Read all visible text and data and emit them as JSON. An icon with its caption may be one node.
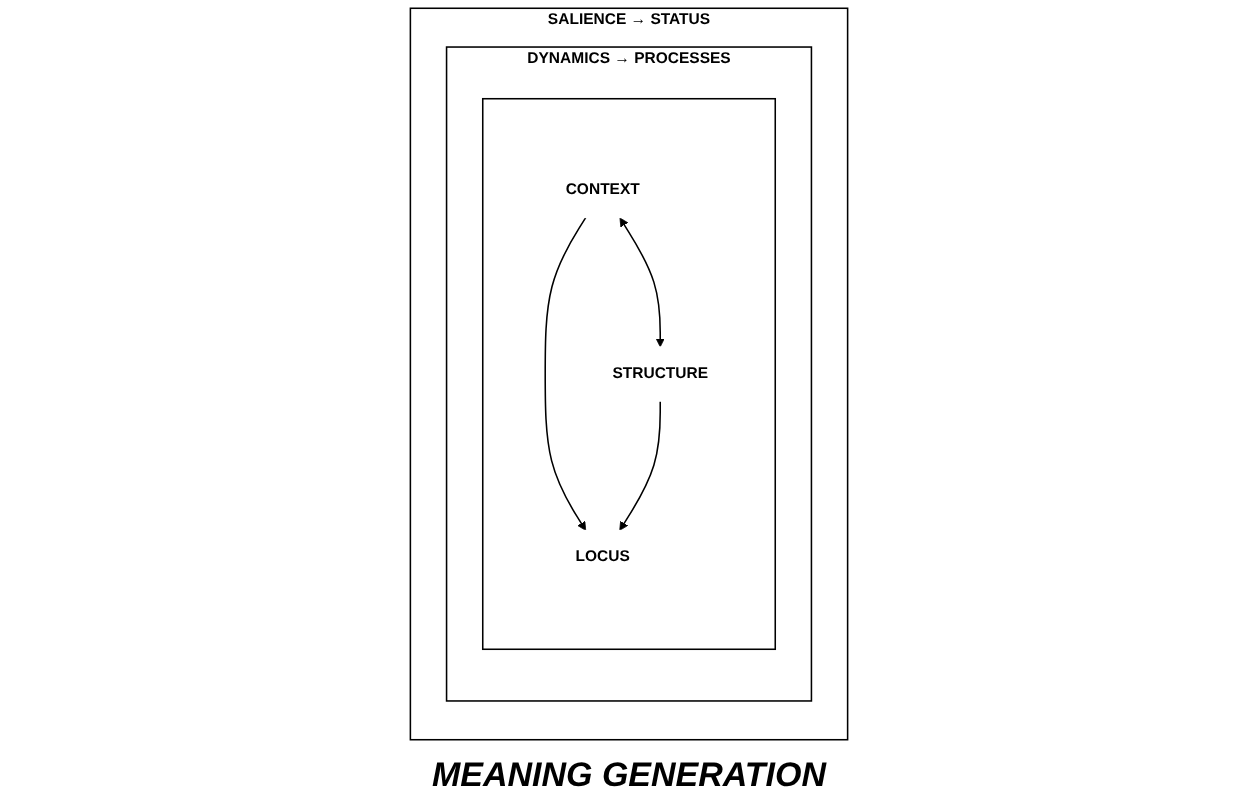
{
  "diagram": {
    "caption": "MEANING GENERATION",
    "nodes": [
      {
        "text": [
          "SALIENCE → STATUS"
        ]
      },
      {
        "text": [
          "DYNAMICS → PROCESSES"
        ],
        "in": 0
      },
      {
        "text": [],
        "shape": "box",
        "in": 1
      },
      {
        "text": [
          "CONTEXT"
        ],
        "in": 2
      },
      {
        "text": [
          "STRUCTURE"
        ],
        "in": 2
      },
      {
        "text": [
          "LOCUS"
        ],
        "in": 2
      }
    ],
    "edges": [
      {
        "from": 3,
        "to": 4,
        "arrow": "both"
      },
      {
        "from": 3,
        "to": 5,
        "arrow": "to"
      },
      {
        "from": 4,
        "to": 5,
        "arrow": "to"
      }
    ]
  }
}
